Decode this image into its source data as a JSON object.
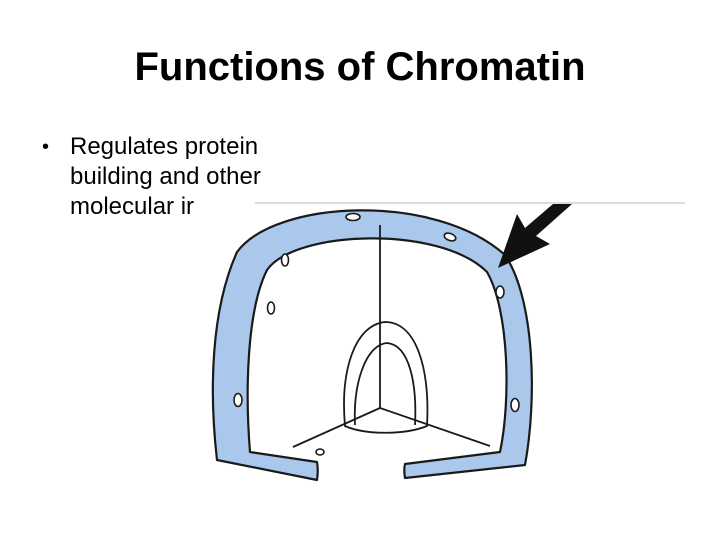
{
  "slide": {
    "title": "Functions of Chromatin",
    "bullets": [
      {
        "marker": "•",
        "text": "Regulates protein\nbuilding and other\nmolecular ir"
      }
    ]
  },
  "illustration": {
    "subject": "nucleus cutaway with pointer arrow",
    "envelope_color": "#a9c8ec",
    "outline_color": "#1a1a1a",
    "arrow_color": "#111111"
  }
}
